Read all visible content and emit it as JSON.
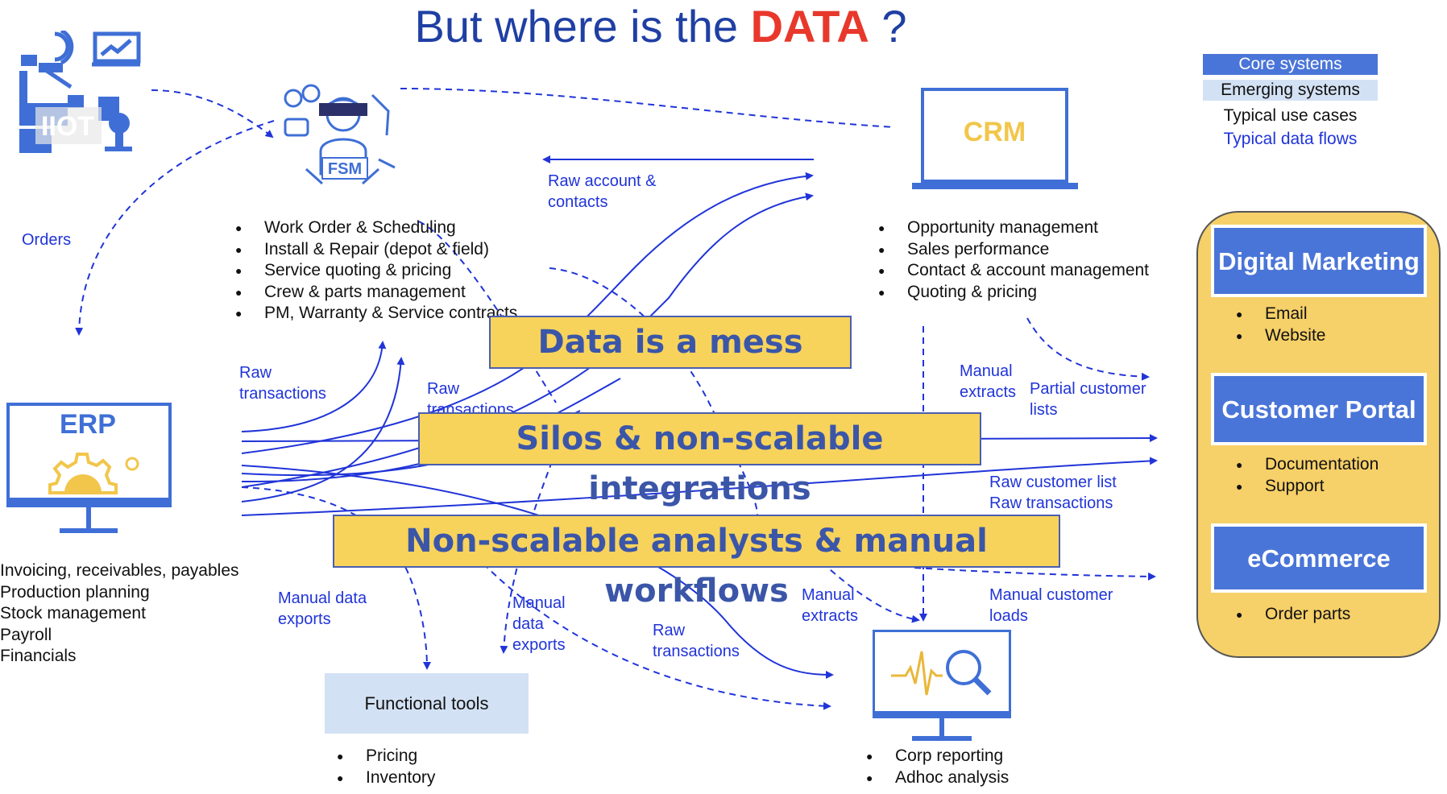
{
  "title": {
    "prefix": "But where is the",
    "highlight": "DATA",
    "suffix": "?"
  },
  "colors": {
    "core_blue": "#4a75d8",
    "emerging": "#d3e1f4",
    "flow_blue": "#2034d8",
    "banner_yellow": "#f7d35c",
    "panel_gold": "#f6d068",
    "title_blue": "#1f3fa3",
    "title_red": "#e8382c"
  },
  "legend": {
    "core": "Core systems",
    "emerging": "Emerging systems",
    "use_cases": "Typical use cases",
    "flows": "Typical data flows"
  },
  "iiot": {
    "label": "IIOT",
    "icon": "industrial-robot-icon"
  },
  "fsm": {
    "label": "FSM",
    "icon": "technician-icon",
    "items": [
      "Work Order & Scheduling",
      "Install & Repair (depot & field)",
      "Service quoting & pricing",
      "Crew & parts management",
      "PM, Warranty & Service contracts"
    ]
  },
  "crm": {
    "label": "CRM",
    "icon": "laptop-icon",
    "items": [
      "Opportunity management",
      "Sales performance",
      "Contact & account management",
      "Quoting & pricing"
    ]
  },
  "erp": {
    "label": "ERP",
    "icon": "monitor-gear-icon",
    "items": [
      "Invoicing, receivables, payables",
      "Production planning",
      "Stock management",
      "Payroll",
      "Financials"
    ]
  },
  "functional_tools": {
    "label": "Functional tools",
    "items": [
      "Pricing",
      "Inventory"
    ]
  },
  "analytics": {
    "icon": "monitor-magnifier-icon",
    "items": [
      "Corp reporting",
      "Adhoc analysis"
    ]
  },
  "emerging_panel": {
    "digital_marketing": {
      "label": "Digital Marketing",
      "items": [
        "Email",
        "Website"
      ]
    },
    "customer_portal": {
      "label": "Customer Portal",
      "items": [
        "Documentation",
        "Support"
      ]
    },
    "ecommerce": {
      "label": "eCommerce",
      "items": [
        "Order parts"
      ]
    }
  },
  "banners": [
    "Data is a mess",
    "Silos & non-scalable integrations",
    "Non-scalable analysts & manual workflows"
  ],
  "flow_labels": {
    "orders": "Orders",
    "raw_account_contacts": "Raw account & contacts",
    "raw_transactions_1": "Raw transactions",
    "raw_transactions_2": "Raw transactions",
    "manual_extracts_1": "Manual extracts",
    "partial_customer_lists": "Partial customer lists",
    "raw_customer_list": "Raw customer list",
    "raw_transactions_3": "Raw transactions",
    "manual_data_exports_1": "Manual data exports",
    "manual_data_exports_2": "Manual data exports",
    "raw_transactions_4": "Raw transactions",
    "manual_extracts_2": "Manual extracts",
    "manual_customer_loads": "Manual customer loads"
  }
}
